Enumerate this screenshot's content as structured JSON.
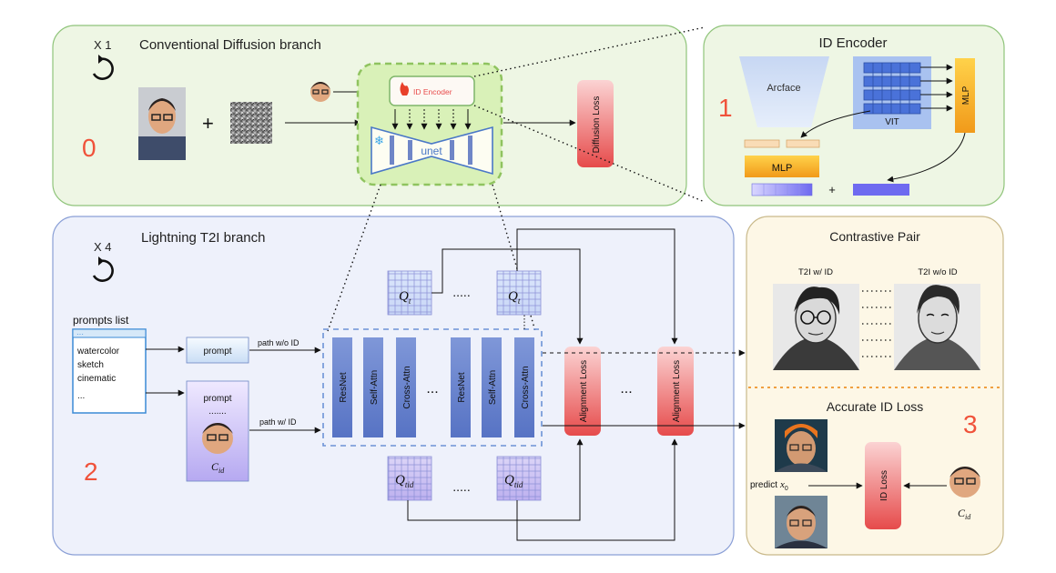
{
  "branch0": {
    "repeat": "X 1",
    "title": "Conventional Diffusion branch",
    "number": "0"
  },
  "branch1": {
    "title": "ID Encoder",
    "number": "1",
    "arcface": "Arcface",
    "vit": "VIT",
    "mlp_side": "MLP",
    "mlp_bottom": "MLP",
    "plus": "+"
  },
  "branch2": {
    "repeat": "X 4",
    "title": "Lightning T2I branch",
    "number": "2"
  },
  "branch3": {
    "contrastive_title": "Contrastive Pair",
    "left_label": "T2I w/ ID",
    "right_label": "T2I w/o ID",
    "accurate_title": "Accurate ID Loss",
    "number": "3",
    "predict": "predict",
    "x0_sym": "x",
    "x0_sub": "0",
    "id_loss": "ID Loss",
    "cid_sym": "C",
    "cid_sub": "id"
  },
  "diffusion": {
    "plus": "+",
    "id_encoder": "ID Encoder",
    "unet": "unet",
    "diffusion_loss": "Diffusion Loss"
  },
  "prompts": {
    "title": "prompts list",
    "items": [
      "watercolor",
      "sketch",
      "cinematic",
      "..."
    ],
    "prompt_top": "prompt",
    "prompt_bottom": "prompt",
    "path_wo": "path w/o ID",
    "path_w": "path w/ ID",
    "cid_sym": "C",
    "cid_sub": "id"
  },
  "network": {
    "blocks": [
      "ResNet",
      "Self-Attn",
      "Cross-Attn",
      "ResNet",
      "Self-Attn",
      "Cross-Attn"
    ],
    "ellipsis": "...",
    "q_sym": "Q",
    "q_t_sub": "t",
    "q_tid_sub": "tid",
    "q_dots": ".....",
    "alignment_loss": "Alignment Loss",
    "align_dots": "..."
  },
  "colors": {
    "green_bg": "#eef6e4",
    "green_border": "#8fc47a",
    "blue_bg": "#eef1fb",
    "blue_border": "#8a9fd6",
    "yellow_bg": "#fdf7e6",
    "yellow_border": "#d8c48a",
    "red_number": "#f0523a",
    "loss_red": "#e84a4a",
    "mlp_orange": "#f4a020"
  }
}
